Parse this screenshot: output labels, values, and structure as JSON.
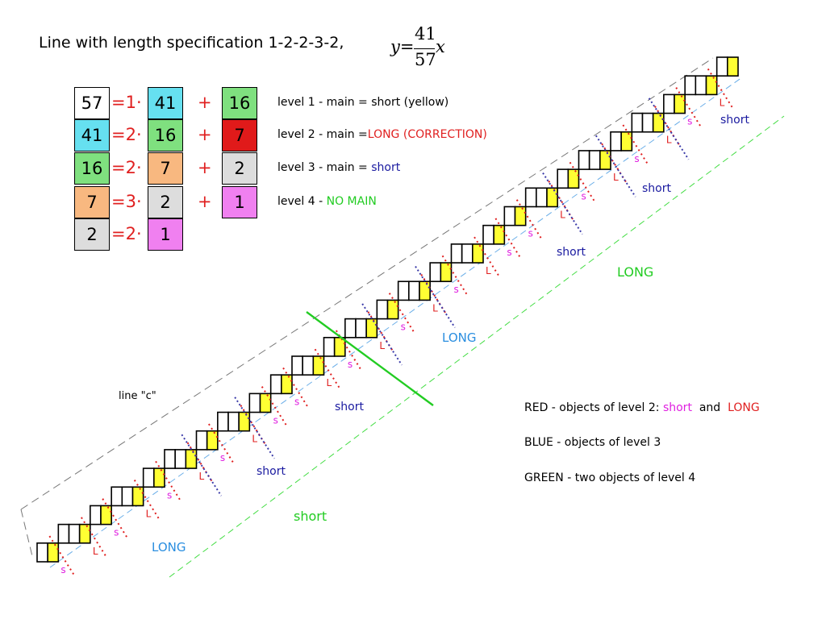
{
  "title": "Line with length specification 1-2-2-3-2,",
  "formula": {
    "lhs": "y=",
    "numerator": "41",
    "denominator": "57",
    "var": "x"
  },
  "table": {
    "rows": [
      {
        "a": "57",
        "a_color": "#ffffff",
        "op": "=1·",
        "b": "41",
        "b_color": "#66e0f0",
        "plus": "+",
        "c": "16",
        "c_color": "#7fe07f",
        "desc": "level 1 - main = short (yellow)",
        "desc_hl": "",
        "desc_hl_color": "#000000"
      },
      {
        "a": "41",
        "a_color": "#66e0f0",
        "op": "=2·",
        "b": "16",
        "b_color": "#7fe07f",
        "plus": "+",
        "c": "7",
        "c_color": "#e01a1a",
        "desc": "level 2 - main =",
        "desc_hl": "LONG (CORRECTION)",
        "desc_hl_color": "#e02020"
      },
      {
        "a": "16",
        "a_color": "#7fe07f",
        "op": "=2·",
        "b": "7",
        "b_color": "#f8b880",
        "plus": "+",
        "c": "2",
        "c_color": "#dddddd",
        "desc": "level 3 - main = ",
        "desc_hl": "short",
        "desc_hl_color": "#1a1aa0"
      },
      {
        "a": "7",
        "a_color": "#f8b880",
        "op": "=3·",
        "b": "2",
        "b_color": "#dddddd",
        "plus": "+",
        "c": "1",
        "c_color": "#f080f0",
        "desc": "level 4 - ",
        "desc_hl": "NO MAIN",
        "desc_hl_color": "#22cc22"
      },
      {
        "a": "2",
        "a_color": "#dddddd",
        "op": "=2·",
        "b": "1",
        "b_color": "#f080f0",
        "plus": "",
        "c": "",
        "c_color": "",
        "desc": "",
        "desc_hl": "",
        "desc_hl_color": "#000000"
      }
    ]
  },
  "diagram": {
    "sequence": [
      2,
      3,
      2,
      3,
      2,
      3,
      2,
      3,
      2,
      2,
      3,
      2,
      3,
      2,
      3,
      2,
      3,
      2,
      2,
      3,
      2,
      3,
      2,
      3,
      2,
      3,
      2
    ],
    "square_fill": "#ffff33",
    "square_color": "#ffffff",
    "line_c_label": "line \"c\"",
    "L_label": "L",
    "s_label": "s",
    "L_color": "#e02020",
    "s_color": "#e020e0",
    "red_dot_color": "#e02020",
    "blue_dot_color": "#3a3aa8",
    "level3_labels": [
      {
        "text": "LONG",
        "color": "#2a8ee0"
      },
      {
        "text": "short",
        "color": "#1a1aa0"
      },
      {
        "text": "short",
        "color": "#1a1aa0"
      },
      {
        "text": "LONG",
        "color": "#2a8ee0"
      },
      {
        "text": "short",
        "color": "#1a1aa0"
      },
      {
        "text": "short",
        "color": "#1a1aa0"
      },
      {
        "text": "short",
        "color": "#1a1aa0"
      }
    ],
    "level4_labels": [
      {
        "text": "short",
        "color": "#22cc22"
      },
      {
        "text": "LONG",
        "color": "#22cc22"
      }
    ]
  },
  "legend": {
    "red_prefix": "RED - objects of level 2: ",
    "red_short": "short",
    "red_and": "  and  ",
    "red_long": "LONG",
    "blue": "BLUE - objects of level 3",
    "green": "GREEN - two objects of level 4"
  }
}
